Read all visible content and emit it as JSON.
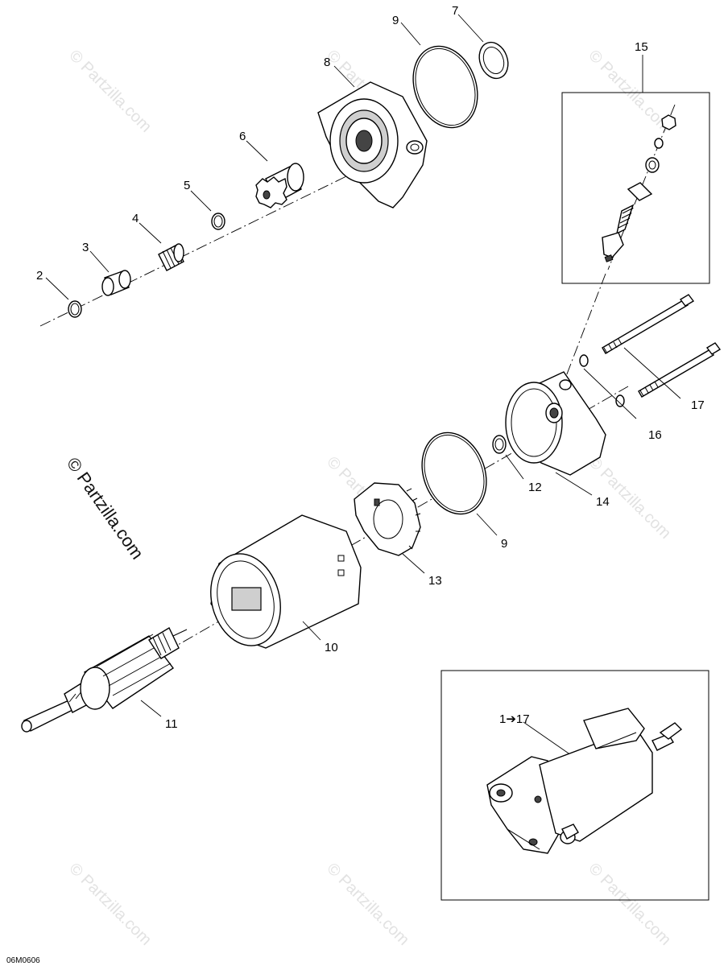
{
  "diagram": {
    "callouts": [
      {
        "id": "7",
        "label": "7"
      },
      {
        "id": "9a",
        "label": "9"
      },
      {
        "id": "8",
        "label": "8"
      },
      {
        "id": "6",
        "label": "6"
      },
      {
        "id": "5",
        "label": "5"
      },
      {
        "id": "4",
        "label": "4"
      },
      {
        "id": "3",
        "label": "3"
      },
      {
        "id": "2",
        "label": "2"
      },
      {
        "id": "15",
        "label": "15"
      },
      {
        "id": "17",
        "label": "17"
      },
      {
        "id": "16",
        "label": "16"
      },
      {
        "id": "12",
        "label": "12"
      },
      {
        "id": "14",
        "label": "14"
      },
      {
        "id": "9b",
        "label": "9"
      },
      {
        "id": "13",
        "label": "13"
      },
      {
        "id": "10",
        "label": "10"
      },
      {
        "id": "11",
        "label": "11"
      }
    ],
    "assembly_label": "1➔17",
    "drawing_code": "06M0606",
    "watermark": "© Partzilla.com",
    "watermark_faint": "© Partzilla.com"
  }
}
